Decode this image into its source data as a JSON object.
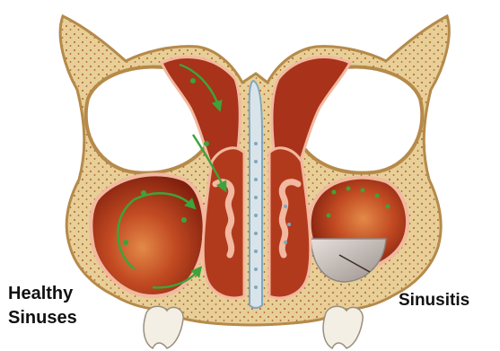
{
  "labels": {
    "healthy_line1": "Healthy",
    "healthy_line2": "Sinuses",
    "sinusitis": "Sinusitis"
  },
  "colors": {
    "bone": "#e8cf98",
    "bone_edge": "#b58a4a",
    "marrow_dot": "#b8743a",
    "sinus_cavity": "#9b2a14",
    "sinus_mid": "#c24a22",
    "sinus_light": "#de7a3c",
    "mucosa": "#f2b8a0",
    "airflow_green": "#3ea33a",
    "septum_blue": "#7fa7bf",
    "mucus_grey": "#b9b2ae",
    "tooth": "#f4efe4"
  },
  "icons": [
    "right-arrow-airflow-icon"
  ]
}
